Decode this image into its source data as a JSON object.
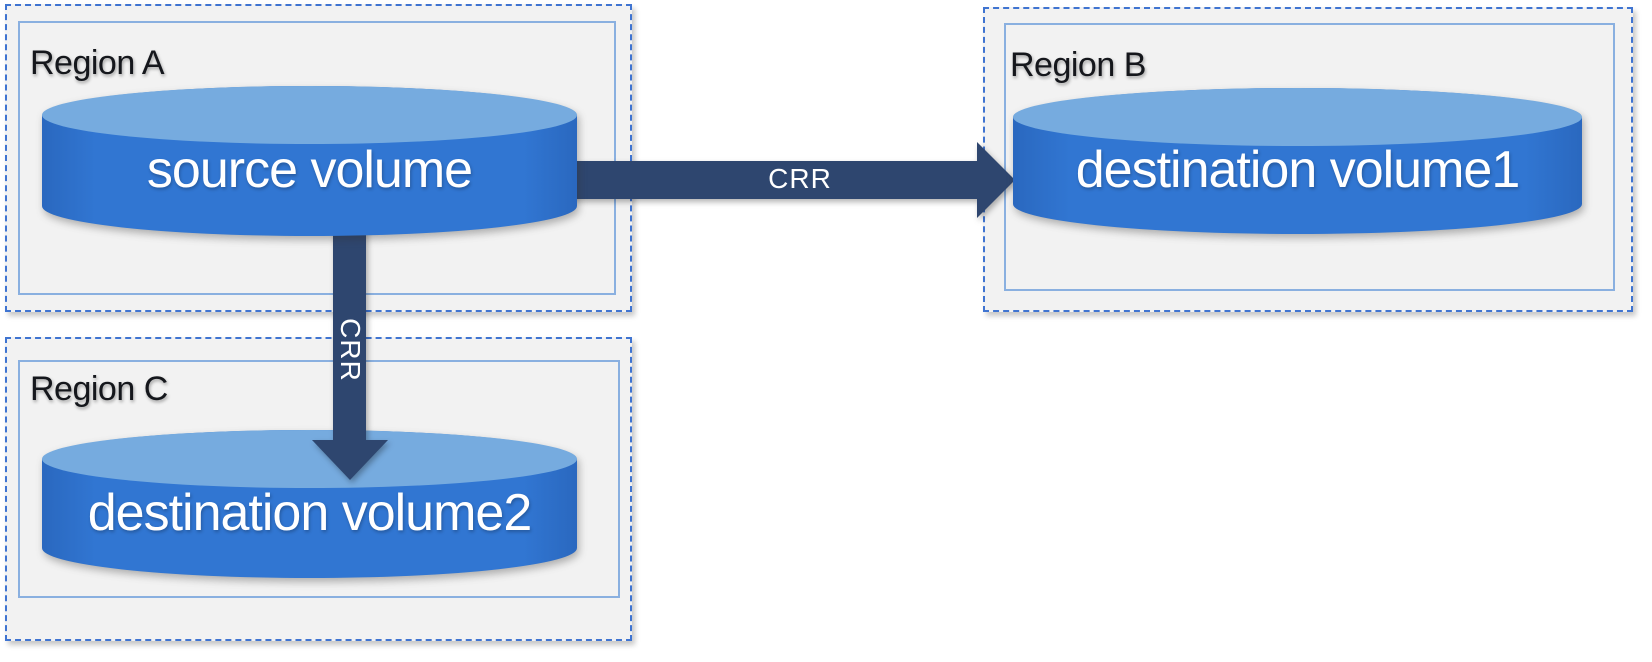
{
  "regions": [
    {
      "label": "Region A"
    },
    {
      "label": "Region B"
    },
    {
      "label": "Region C"
    }
  ],
  "volumes": [
    {
      "label": "source volume",
      "region": "Region A"
    },
    {
      "label": "destination volume1",
      "region": "Region B"
    },
    {
      "label": "destination volume2",
      "region": "Region C"
    }
  ],
  "arrows": [
    {
      "label": "CRR",
      "direction": "right",
      "from": "source volume",
      "to": "destination volume1"
    },
    {
      "label": "CRR",
      "direction": "down",
      "from": "source volume",
      "to": "destination volume2"
    }
  ],
  "colors": {
    "cylinder_body": "#3176d2",
    "cylinder_top": "#76abdf",
    "arrow": "#2e466f",
    "region_fill": "#f2f2f2",
    "region_outer_border": "#3f74d1",
    "region_inner_border": "#8ab0e0",
    "label_text": "#15171c",
    "volume_text": "#ffffff"
  }
}
